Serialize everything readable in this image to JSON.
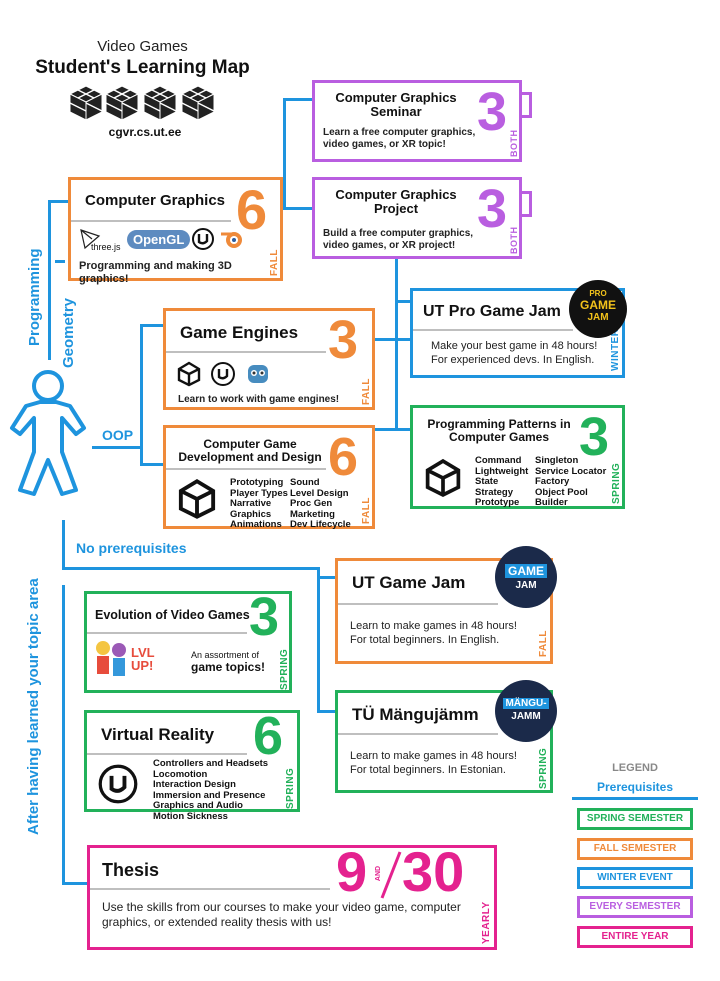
{
  "header": {
    "line1": "Video Games",
    "line2": "Student's Learning Map",
    "url": "cgvr.cs.ut.ee"
  },
  "colors": {
    "fall": "#ef8a3a",
    "both": "#b95ee0",
    "winter": "#1e94de",
    "spring": "#22b15a",
    "yearly": "#e4228f",
    "prereq": "#1e94de"
  },
  "paths": {
    "programming": "Programming",
    "geometry": "Geometry",
    "oop": "OOP",
    "no_prereq": "No prerequisites",
    "after": "After having learned your topic area"
  },
  "courses": {
    "cg": {
      "title": "Computer Graphics",
      "credits": "6",
      "semester": "FALL",
      "desc": "Programming and making 3D graphics!",
      "icons": [
        "three.js",
        "OpenGL"
      ]
    },
    "cg_seminar": {
      "title": "Computer Graphics Seminar",
      "credits": "3",
      "semester": "BOTH",
      "desc": "Learn a free computer graphics, video games, or XR topic!"
    },
    "cg_project": {
      "title": "Computer Graphics Project",
      "credits": "3",
      "semester": "BOTH",
      "desc": "Build a free computer graphics, video games, or XR project!"
    },
    "pro_jam": {
      "title": "UT Pro Game Jam",
      "semester": "WINTER",
      "desc": "Make your best game in 48 hours! For experienced devs. In English.",
      "badge_top": "PRO",
      "badge_main": "GAME",
      "badge_sub": "JAM"
    },
    "engines": {
      "title": "Game Engines",
      "credits": "3",
      "semester": "FALL",
      "desc": "Learn to work with game engines!"
    },
    "patterns": {
      "title": "Programming Patterns in Computer Games",
      "credits": "3",
      "semester": "SPRING",
      "col1": [
        "Command",
        "Lightweight",
        "State",
        "Strategy",
        "Prototype"
      ],
      "col2": [
        "Singleton",
        "Service Locator",
        "Factory",
        "Object Pool",
        "Builder"
      ]
    },
    "cgdd": {
      "title": "Computer Game Development and Design",
      "credits": "6",
      "semester": "FALL",
      "col1": [
        "Prototyping",
        "Player Types",
        "Narrative",
        "Graphics",
        "Animations"
      ],
      "col2": [
        "Sound",
        "Level Design",
        "Proc Gen",
        "Marketing",
        "Dev Lifecycle"
      ]
    },
    "ut_jam": {
      "title": "UT Game Jam",
      "semester": "FALL",
      "desc": "Learn to make games in 48 hours! For total beginners. In English.",
      "badge_main": "GAME",
      "badge_sub": "JAM"
    },
    "evolution": {
      "title": "Evolution of Video Games",
      "credits": "3",
      "semester": "SPRING",
      "desc": "An assortment of",
      "desc_bold": "game topics!",
      "logo": "LVL UP!"
    },
    "tu_jam": {
      "title": "TÜ Mängujämm",
      "semester": "SPRING",
      "desc": "Learn to make games in 48 hours! For total beginners. In Estonian.",
      "badge_main": "MÄNGU-",
      "badge_sub": "JAMM"
    },
    "vr": {
      "title": "Virtual Reality",
      "credits": "6",
      "semester": "SPRING",
      "topics": [
        "Controllers and Headsets",
        "Locomotion",
        "Interaction Design",
        "Immersion and Presence",
        "Graphics and Audio",
        "Motion Sickness"
      ]
    },
    "thesis": {
      "title": "Thesis",
      "credits_a": "9",
      "and": "AND",
      "credits_b": "30",
      "semester": "YEARLY",
      "desc": "Use the skills from our courses to make your video game, computer graphics, or extended reality thesis with us!"
    }
  },
  "legend": {
    "title": "LEGEND",
    "prereq": "Prerequisites",
    "items": [
      {
        "label": "SPRING SEMESTER",
        "color": "#22b15a"
      },
      {
        "label": "FALL SEMESTER",
        "color": "#ef8a3a"
      },
      {
        "label": "WINTER EVENT",
        "color": "#1e94de"
      },
      {
        "label": "EVERY SEMESTER",
        "color": "#b95ee0"
      },
      {
        "label": "ENTIRE YEAR",
        "color": "#e4228f"
      }
    ]
  }
}
